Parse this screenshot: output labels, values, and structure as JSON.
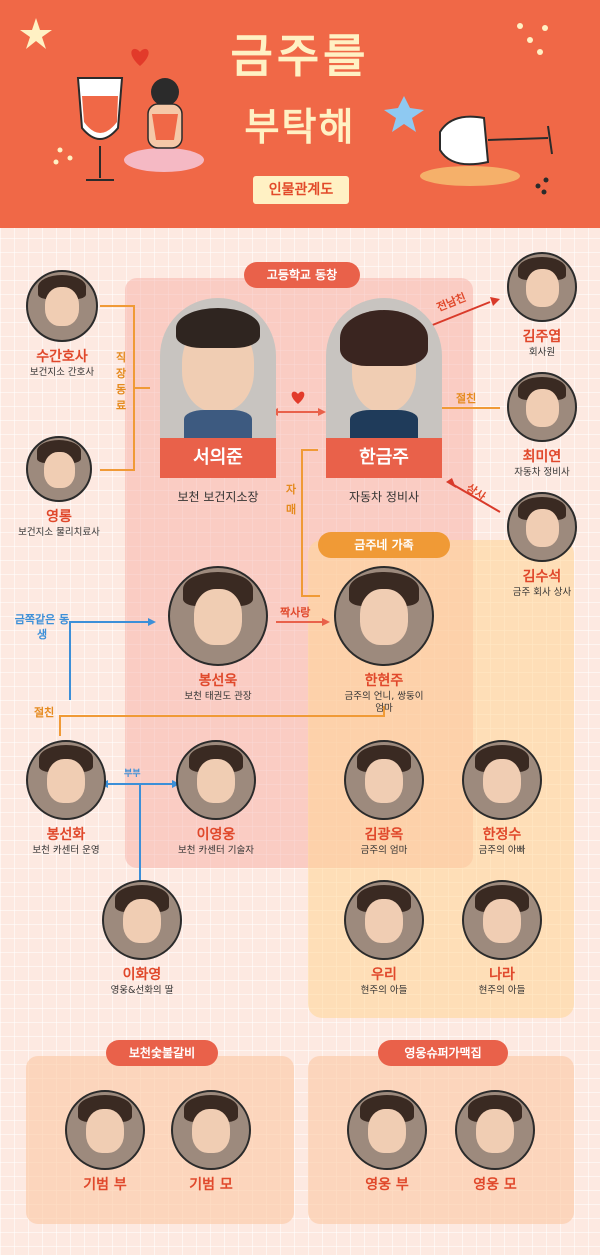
{
  "header": {
    "title_line1": "금주를",
    "title_line2": "부탁해",
    "subtitle": "인물관계도"
  },
  "groups": {
    "school": "고등학교 동창",
    "family": "금주네 가족",
    "galbi": "보천숯불갈비",
    "cafe": "영웅슈퍼가맥집"
  },
  "relations": {
    "ex_boyfriend": "전남친",
    "friend_choi": "절친",
    "boss": "상사",
    "coworkers": "직장동료",
    "sisters": "자매",
    "crush": "짝사랑",
    "like_brother": "금쪽같은 동생",
    "friend_bong": "절친",
    "couple": "부부"
  },
  "people": {
    "seo": {
      "name": "서의준",
      "role": "보천 보건지소장"
    },
    "han": {
      "name": "한금주",
      "role": "자동차 정비사"
    },
    "nurse": {
      "name": "수간호사",
      "role": "보건지소 간호사"
    },
    "young": {
      "name": "영롱",
      "role": "보건지소 물리치료사"
    },
    "kimju": {
      "name": "김주엽",
      "role": "회사원"
    },
    "choi": {
      "name": "최미연",
      "role": "자동차 정비사"
    },
    "kimsu": {
      "name": "김수석",
      "role": "금주 회사 상사"
    },
    "bongsun": {
      "name": "봉선욱",
      "role": "보천 태권도 관장"
    },
    "hyunju": {
      "name": "한현주",
      "role": "금주의 언니, 쌍둥이 엄마"
    },
    "bonghwa": {
      "name": "봉선화",
      "role": "보천 카센터 운영"
    },
    "leeyoung": {
      "name": "이영웅",
      "role": "보천 카센터 기술자"
    },
    "kwangok": {
      "name": "김광옥",
      "role": "금주의 엄마"
    },
    "jungsu": {
      "name": "한정수",
      "role": "금주의 아빠"
    },
    "hwayoung": {
      "name": "이화영",
      "role": "영웅&선화의 딸"
    },
    "uri": {
      "name": "우리",
      "role": "현주의 아들"
    },
    "nara": {
      "name": "나라",
      "role": "현주의 아들"
    },
    "gibeom_father": {
      "name": "기범 부"
    },
    "gibeom_mother": {
      "name": "기범 모"
    },
    "yeongung_father": {
      "name": "영웅 부"
    },
    "yeongung_mother": {
      "name": "영웅 모"
    }
  },
  "colors": {
    "header_bg": "#f06847",
    "accent_red": "#e9614a",
    "accent_orange": "#f09a36",
    "accent_blue": "#3c8fd8",
    "title_cream": "#fff1c4"
  }
}
